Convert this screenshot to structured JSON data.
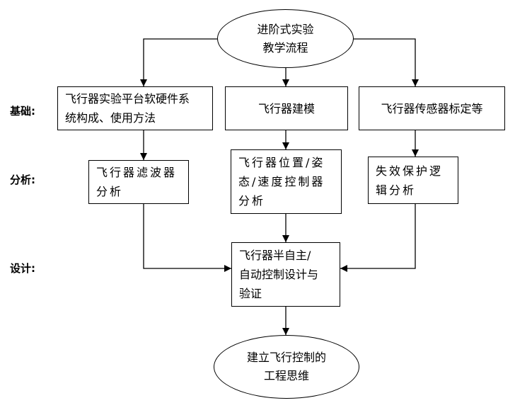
{
  "colors": {
    "stroke": "#000000",
    "background": "#ffffff"
  },
  "row_labels": {
    "basic": "基础:",
    "analysis": "分析:",
    "design": "设计:"
  },
  "nodes": {
    "start": {
      "line1": "进阶式实验",
      "line2": "教学流程"
    },
    "platform": {
      "line1": "飞行器实验平台软硬件系",
      "line2": "统构成、使用方法"
    },
    "modeling": {
      "line1": "飞行器建模"
    },
    "sensor_calibration": {
      "line1": "飞行器传感器标定等"
    },
    "filter_analysis": {
      "line1": "飞行器滤波器",
      "line2": "分析"
    },
    "control_analysis": {
      "line1": "飞行器位置/姿",
      "line2": "态/速度控制器",
      "line3": "分析"
    },
    "failsafe_analysis": {
      "line1": "失效保护逻",
      "line2": "辑分析"
    },
    "control_design": {
      "line1": "飞行器半自主/",
      "line2": "自动控制设计与",
      "line3": "验证"
    },
    "end": {
      "line1": "建立飞行控制的",
      "line2": "工程思维"
    }
  }
}
